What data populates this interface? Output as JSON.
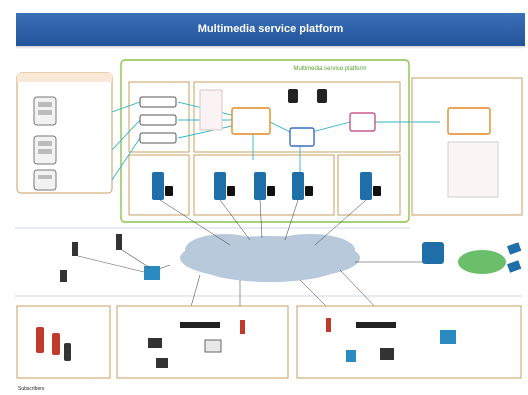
{
  "title": "Multimedia service platform",
  "platform_label": "Multimedia service platform",
  "bottom_left_text": "Subscribers",
  "colors": {
    "banner": "#2d5fa8",
    "platform_border": "#8cc34a",
    "region_border": "#c8a060",
    "network_cloud": "#b8c9dc",
    "device_blue": "#1e6fa8",
    "device_red": "#c0392b",
    "link_cyan": "#2fb4c8"
  },
  "icons": [
    "server-icon",
    "phone-icon",
    "router-icon",
    "firewall-icon",
    "laptop-icon",
    "monitor-icon",
    "cloud-icon",
    "switch-icon"
  ]
}
